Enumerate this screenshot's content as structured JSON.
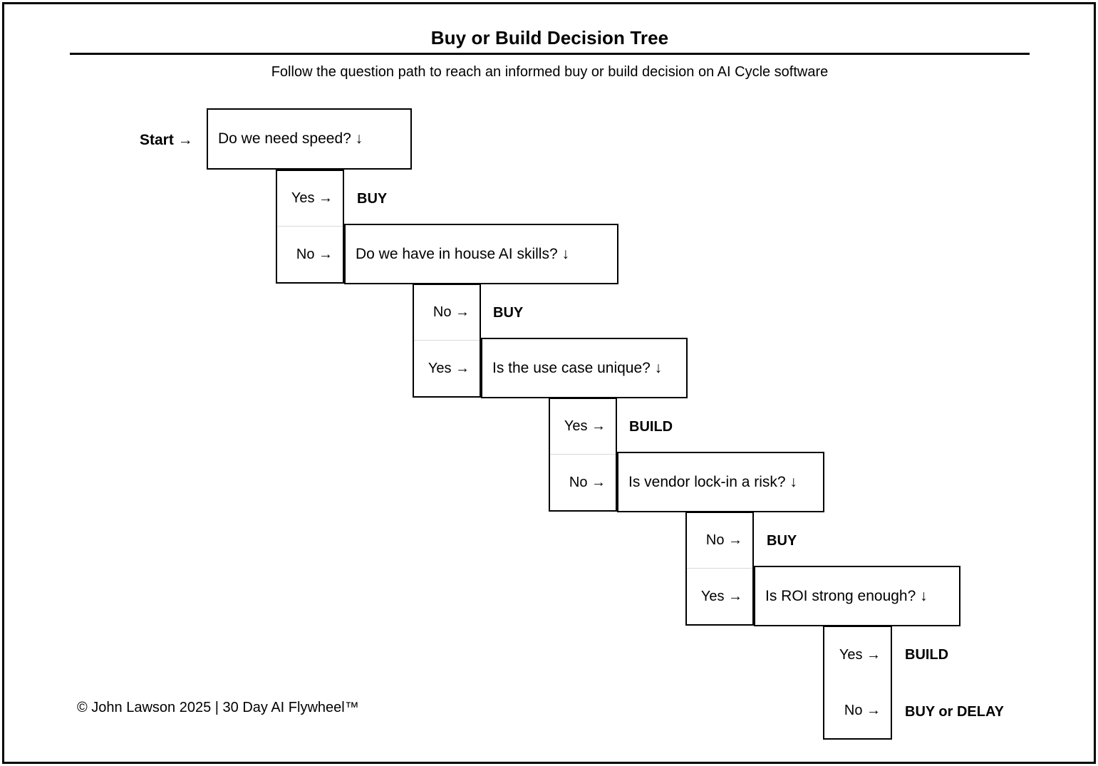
{
  "header": {
    "title": "Buy or Build Decision Tree",
    "subtitle": "Follow the question path to reach an informed buy or build decision on AI Cycle software"
  },
  "start_label": "Start →",
  "footer": "© John Lawson 2025 | 30 Day AI Flywheel™",
  "colors": {
    "border": "#000000",
    "divider": "#d9d9d9",
    "background": "#ffffff",
    "text": "#000000"
  },
  "levels": [
    {
      "question": "Do we need speed? ↓",
      "branch_top_label": "Yes →",
      "branch_top_outcome": "BUY",
      "branch_bottom_label": "No →",
      "branch_bottom_outcome": ""
    },
    {
      "question": "Do we have in house AI skills? ↓",
      "branch_top_label": "No →",
      "branch_top_outcome": "BUY",
      "branch_bottom_label": "Yes →",
      "branch_bottom_outcome": ""
    },
    {
      "question": "Is the use case unique? ↓",
      "branch_top_label": "Yes →",
      "branch_top_outcome": "BUILD",
      "branch_bottom_label": "No →",
      "branch_bottom_outcome": ""
    },
    {
      "question": "Is vendor lock-in a risk? ↓",
      "branch_top_label": "No →",
      "branch_top_outcome": "BUY",
      "branch_bottom_label": "Yes →",
      "branch_bottom_outcome": ""
    },
    {
      "question": "Is ROI strong enough? ↓",
      "branch_top_label": "Yes →",
      "branch_top_outcome": "BUILD",
      "branch_bottom_label": "No →",
      "branch_bottom_outcome": "BUY or DELAY"
    }
  ]
}
